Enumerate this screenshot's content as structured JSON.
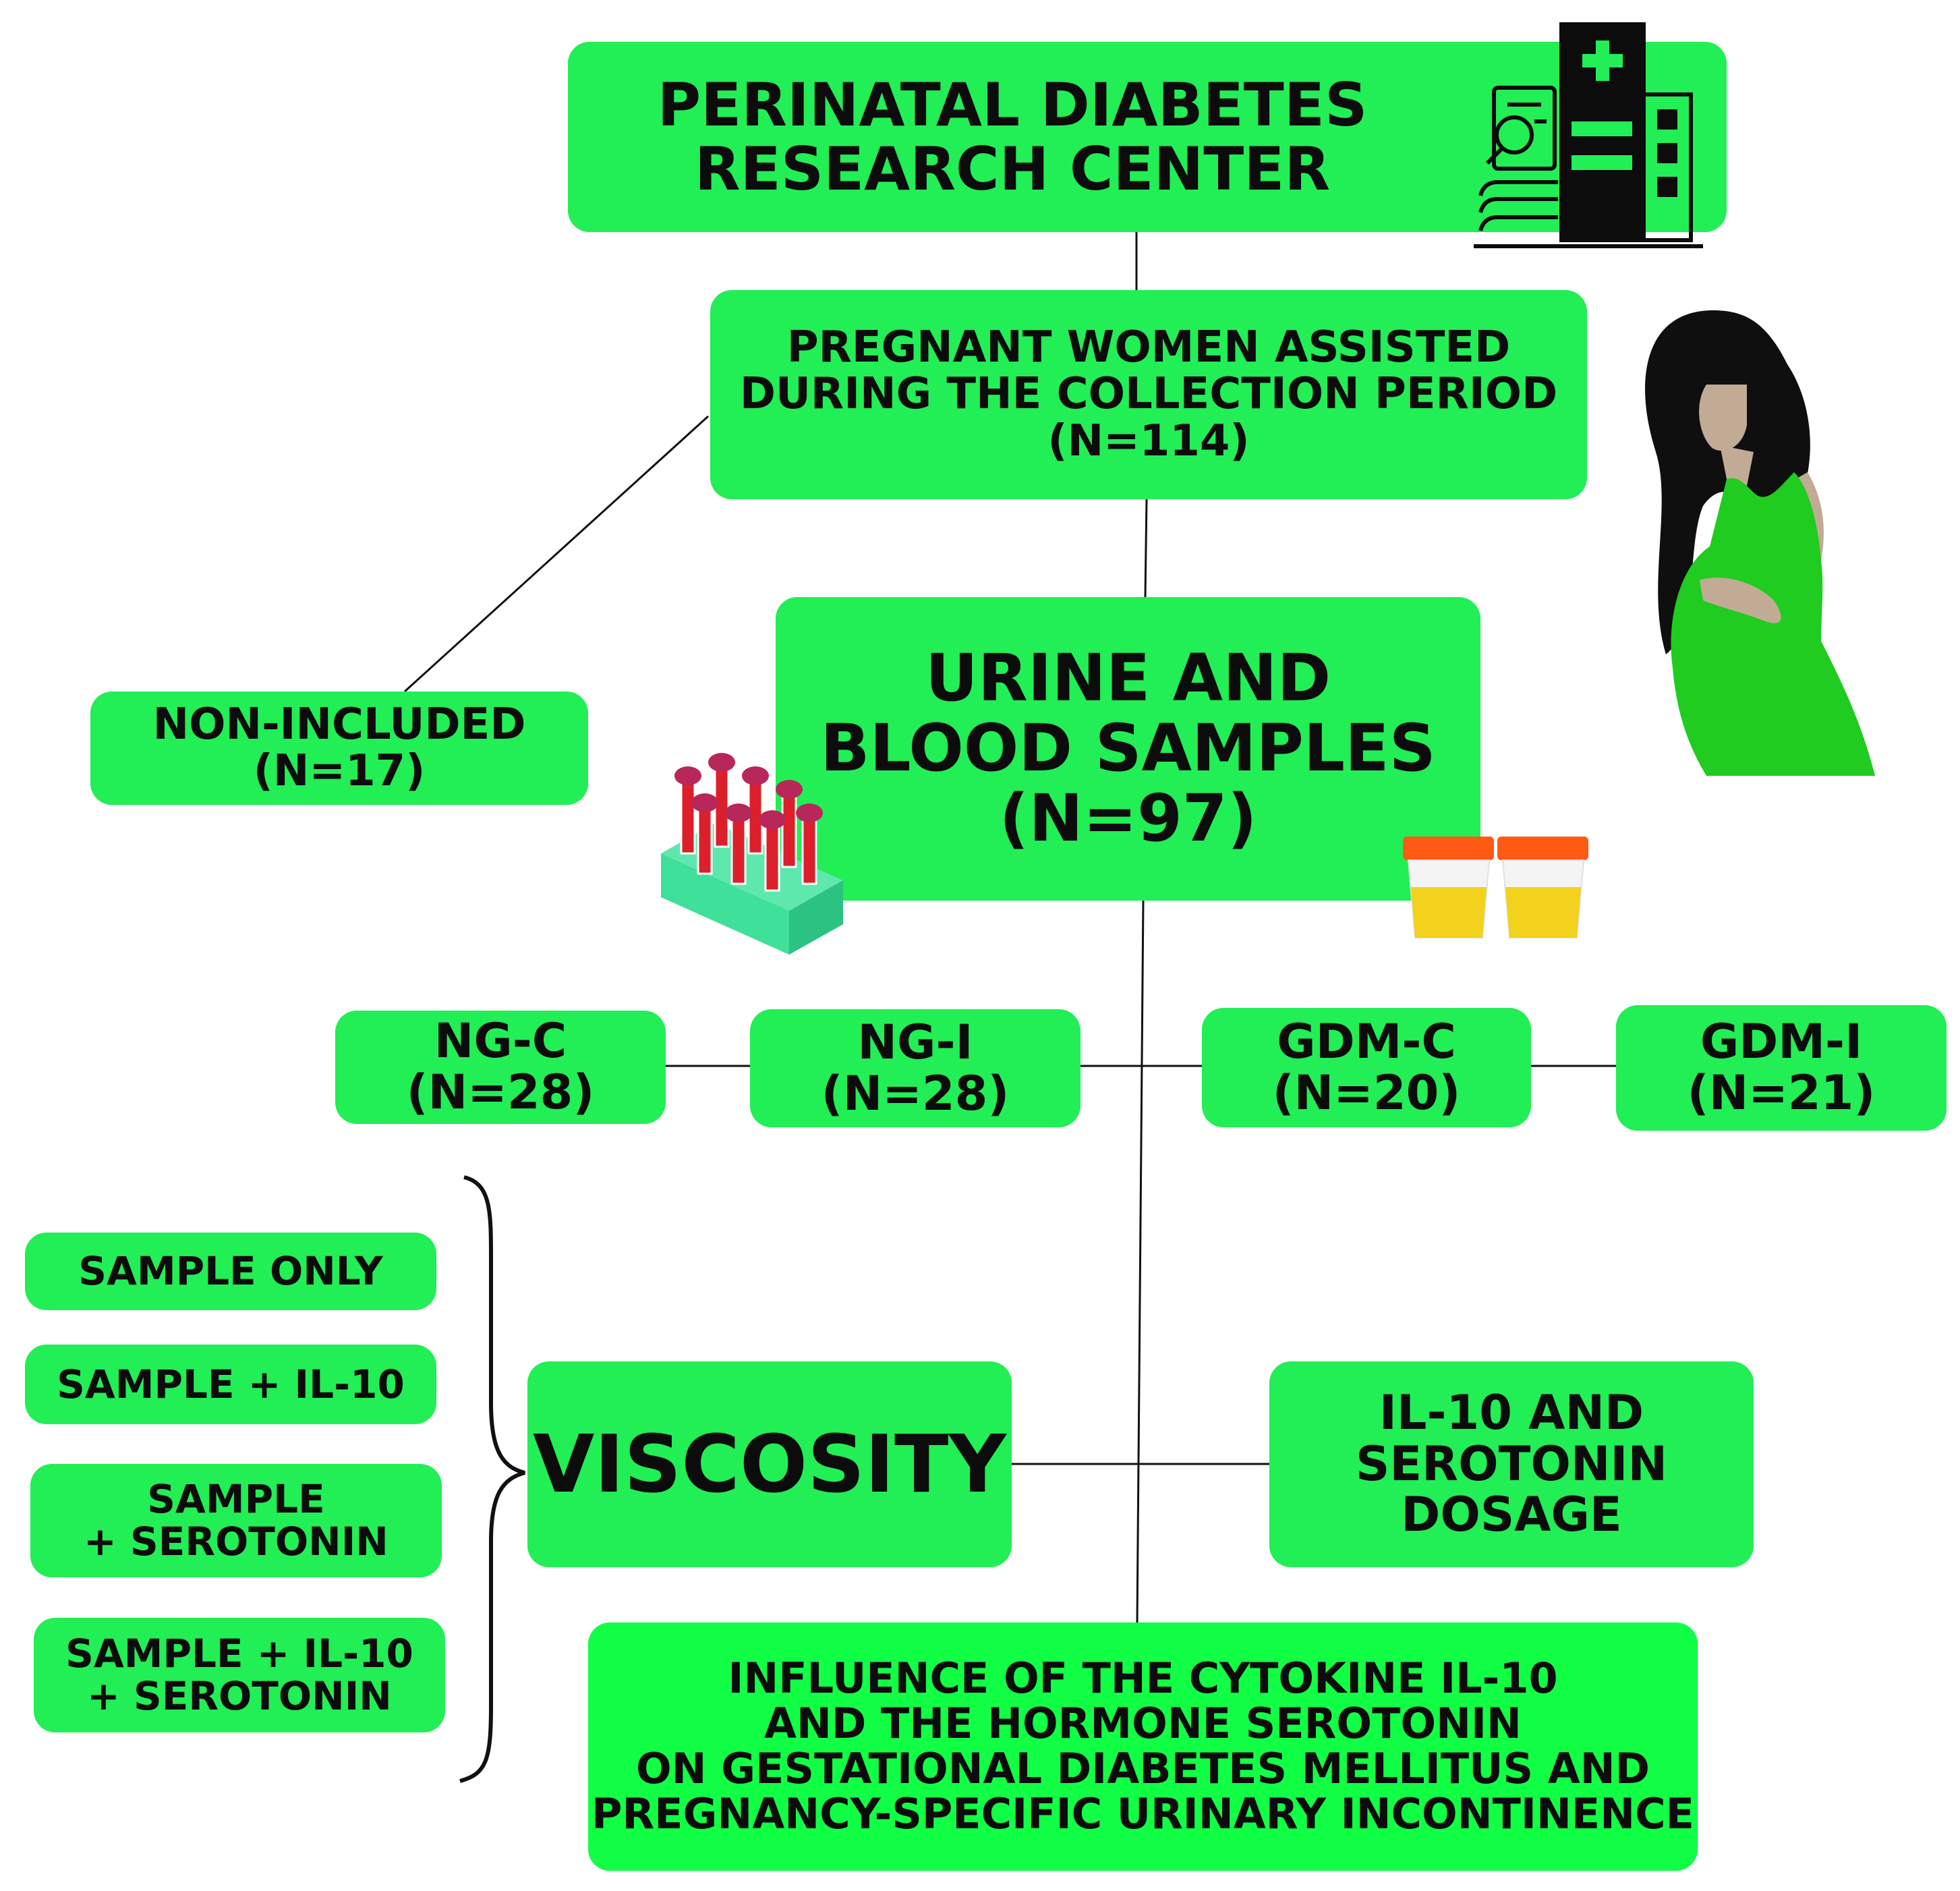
{
  "nodes": {
    "center": {
      "lines": [
        "PERINATAL DIABETES",
        "RESEARCH CENTER"
      ]
    },
    "pregnant": {
      "lines": [
        "PREGNANT WOMEN ASSISTED",
        "DURING THE COLLECTION PERIOD",
        "(N=114)"
      ]
    },
    "noninc": {
      "lines": [
        "NON-INCLUDED",
        "(N=17)"
      ]
    },
    "samples": {
      "lines": [
        "URINE AND",
        "BLOOD SAMPLES",
        "(N=97)"
      ]
    },
    "ngc": {
      "lines": [
        "NG-C",
        "(N=28)"
      ]
    },
    "ngi": {
      "lines": [
        "NG-I",
        "(N=28)"
      ]
    },
    "gdmc": {
      "lines": [
        "GDM-C",
        "(N=20)"
      ]
    },
    "gdmi": {
      "lines": [
        "GDM-I",
        "(N=21)"
      ]
    },
    "viscosity": {
      "lines": [
        "VISCOSITY"
      ]
    },
    "dosage": {
      "lines": [
        "IL-10 AND",
        "SEROTONIN",
        "DOSAGE"
      ]
    },
    "influence": {
      "lines": [
        "INFLUENCE OF THE CYTOKINE IL-10",
        "AND THE HORMONE SEROTONIN",
        "ON GESTATIONAL DIABETES MELLITUS AND",
        "PREGNANCY-SPECIFIC URINARY INCONTINENCE"
      ]
    }
  },
  "conditions": [
    {
      "lines": [
        "SAMPLE ONLY"
      ]
    },
    {
      "lines": [
        "SAMPLE + IL-10"
      ]
    },
    {
      "lines": [
        "SAMPLE",
        "+ SEROTONIN"
      ]
    },
    {
      "lines": [
        "SAMPLE + IL-10",
        "+ SEROTONIN"
      ]
    }
  ],
  "colors": {
    "box_fill": "#22ee55",
    "box_fill_bright": "#11ff44",
    "text": "#0c0c0c",
    "line": "#111111",
    "dress": "#1fcc1f",
    "skin": "#c2ab95",
    "hair": "#0f0f0f",
    "urine": "#f2d21c",
    "cup_lid": "#ff5a14",
    "tube_cap": "#b8275a",
    "tube_blood": "#dc1f2b",
    "rack": "#3fe09a"
  },
  "icons": [
    "hospital-icon",
    "pregnant-woman-icon",
    "blood-tube-rack-icon",
    "urine-cups-icon",
    "curly-brace-icon"
  ]
}
